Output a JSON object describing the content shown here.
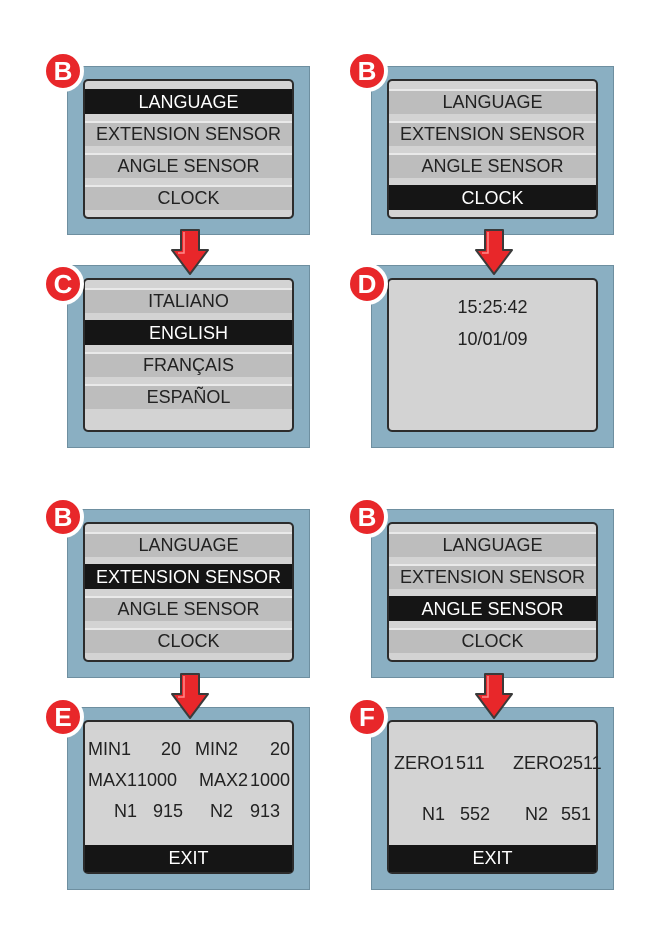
{
  "badges": {
    "b": "B",
    "c": "C",
    "d": "D",
    "e": "E",
    "f": "F"
  },
  "menu": {
    "language": "LANGUAGE",
    "extension": "EXTENSION SENSOR",
    "angle": "ANGLE SENSOR",
    "clock": "CLOCK"
  },
  "languages": {
    "it": "ITALIANO",
    "en": "ENGLISH",
    "fr": "FRANÇAIS",
    "es": "ESPAÑOL"
  },
  "clock": {
    "time": "15:25:42",
    "date": "10/01/09"
  },
  "extension": {
    "min1_label": "MIN1",
    "min1_value": "20",
    "min2_label": "MIN2",
    "min2_value": "20",
    "max1_label": "MAX1",
    "max1_value": "1000",
    "max2_label": "MAX2",
    "max2_value": "1000",
    "n1_label": "N1",
    "n1_value": "915",
    "n2_label": "N2",
    "n2_value": "913"
  },
  "angle": {
    "zero1_label": "ZERO1",
    "zero1_value": "511",
    "zero2_label": "ZERO2",
    "zero2_value": "511",
    "n1_label": "N1",
    "n1_value": "552",
    "n2_label": "N2",
    "n2_value": "551"
  },
  "exit_label": "EXIT",
  "colors": {
    "badge": "#e8272a",
    "panel": "#8aafc2",
    "selected": "#151515",
    "item": "#bdbdbd"
  }
}
